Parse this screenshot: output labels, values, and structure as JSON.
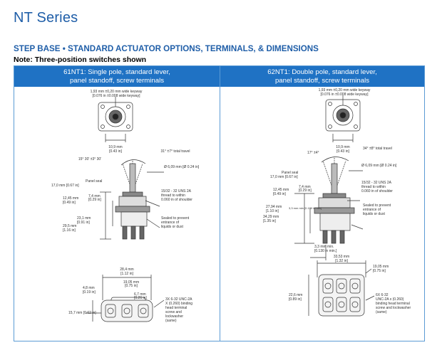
{
  "header": {
    "title": "NT Series",
    "section": "STEP BASE • STANDARD ACTUATOR OPTIONS, TERMINALS, & DIMENSIONS",
    "note": "Note: Three-position switches shown"
  },
  "left": {
    "title_line1": "61NT1: Single pole, standard lever,",
    "title_line2": "panel standoff, screw terminals",
    "top": {
      "keyway_1": "1,93 mm ±0,20 mm wide keyway",
      "keyway_2": "[0.076 in ±0.008 wide keyway]",
      "width_mm": "10,9 mm",
      "width_in": "[0.43 in]"
    },
    "side": {
      "travel": "31° ±7° total travel",
      "angle": "15° 30' ±3° 30'",
      "dia": "Ø 6,09 mm [Ø 0.24 in]",
      "panel_seal": "Panel seal",
      "h1_mm": "17,0 mm [0.67 in]",
      "thread_1": "15/32 - 32 UNS 2A",
      "thread_2": "thread to within",
      "thread_3": "0.060 in of shoulder",
      "h2_mm": "12,45 mm",
      "h2_in": "[0.49 in]",
      "small_mm": "7,4 mm",
      "small_in": "[0.29 in]",
      "h3_mm": "23,1 mm",
      "h3_in": "[0.91 in]",
      "h4_mm": "29,5 mm",
      "h4_in": "[1.16 in]",
      "seal_1": "Sealed to prevent",
      "seal_2": "entrance of",
      "seal_3": "liquids or dust"
    },
    "bottom": {
      "w_mm": "28,4 mm",
      "w_in": "[1.12 in]",
      "w2_mm": "19,05 mm",
      "w2_in": "[0.75 in]",
      "h_mm": "4,8 mm",
      "h_in": "[0.19 in]",
      "p_mm": "6,7 mm",
      "p_in": "[0.26 in]",
      "d_label": "15,7 mm [0.62 in]",
      "screw_1": "3X 6-32 UNC-2A",
      "screw_2": "X (0.260) binding",
      "screw_3": "head terminal",
      "screw_4": "screw and",
      "screw_5": "lockwasher",
      "screw_6": "(same)"
    }
  },
  "right": {
    "title_line1": "62NT1: Double pole, standard lever,",
    "title_line2": "panel standoff, screw terminals",
    "top": {
      "keyway_1": "1,93 mm ±0,20 mm wide keyway",
      "keyway_2": "[0.076 in ±0.008 wide keyway]",
      "width_mm": "10,9 mm",
      "width_in": "[0.43 in]"
    },
    "side": {
      "travel": "34° ±8° total travel",
      "angle": "17° ±4°",
      "dia": "Ø 6,09 mm [Ø 0.24 in]",
      "panel_seal": "Panel seal",
      "h1_mm": "17,0 mm [0.67 in]",
      "thread_1": "15/32 - 32 UNS 2A",
      "thread_2": "thread to within",
      "thread_3": "0.060 in of shoulder",
      "h2_mm": "12,45 mm",
      "h2_in": "[0.49 in]",
      "small_mm": "7,4 mm",
      "small_in": "[0.29 in]",
      "h3_mm": "27,94 mm",
      "h3_in": "[1.10 in]",
      "h3b": "3,3 mm min [0.130 in min]",
      "h4_mm": "34,29 mm",
      "h4_in": "[1.35 in]",
      "seal_1": "Sealed to prevent",
      "seal_2": "entrance of",
      "seal_3": "liquids or dust",
      "min_mm": "3,3 mm min.",
      "min_in": "[0.130 in min.]"
    },
    "bottom": {
      "w_mm": "33,53 mm",
      "w_in": "[1.32 in]",
      "w2_mm": "19,05 mm",
      "w2_in": "[0.75 in]",
      "h_mm": "22,6 mm",
      "h_in": "[0.89 in]",
      "screw_1": "6X 6-32",
      "screw_2": "UNC-2A x (0.260)",
      "screw_3": "binding head terminal",
      "screw_4": "screw and lockwasher",
      "screw_5": "(same)"
    }
  }
}
